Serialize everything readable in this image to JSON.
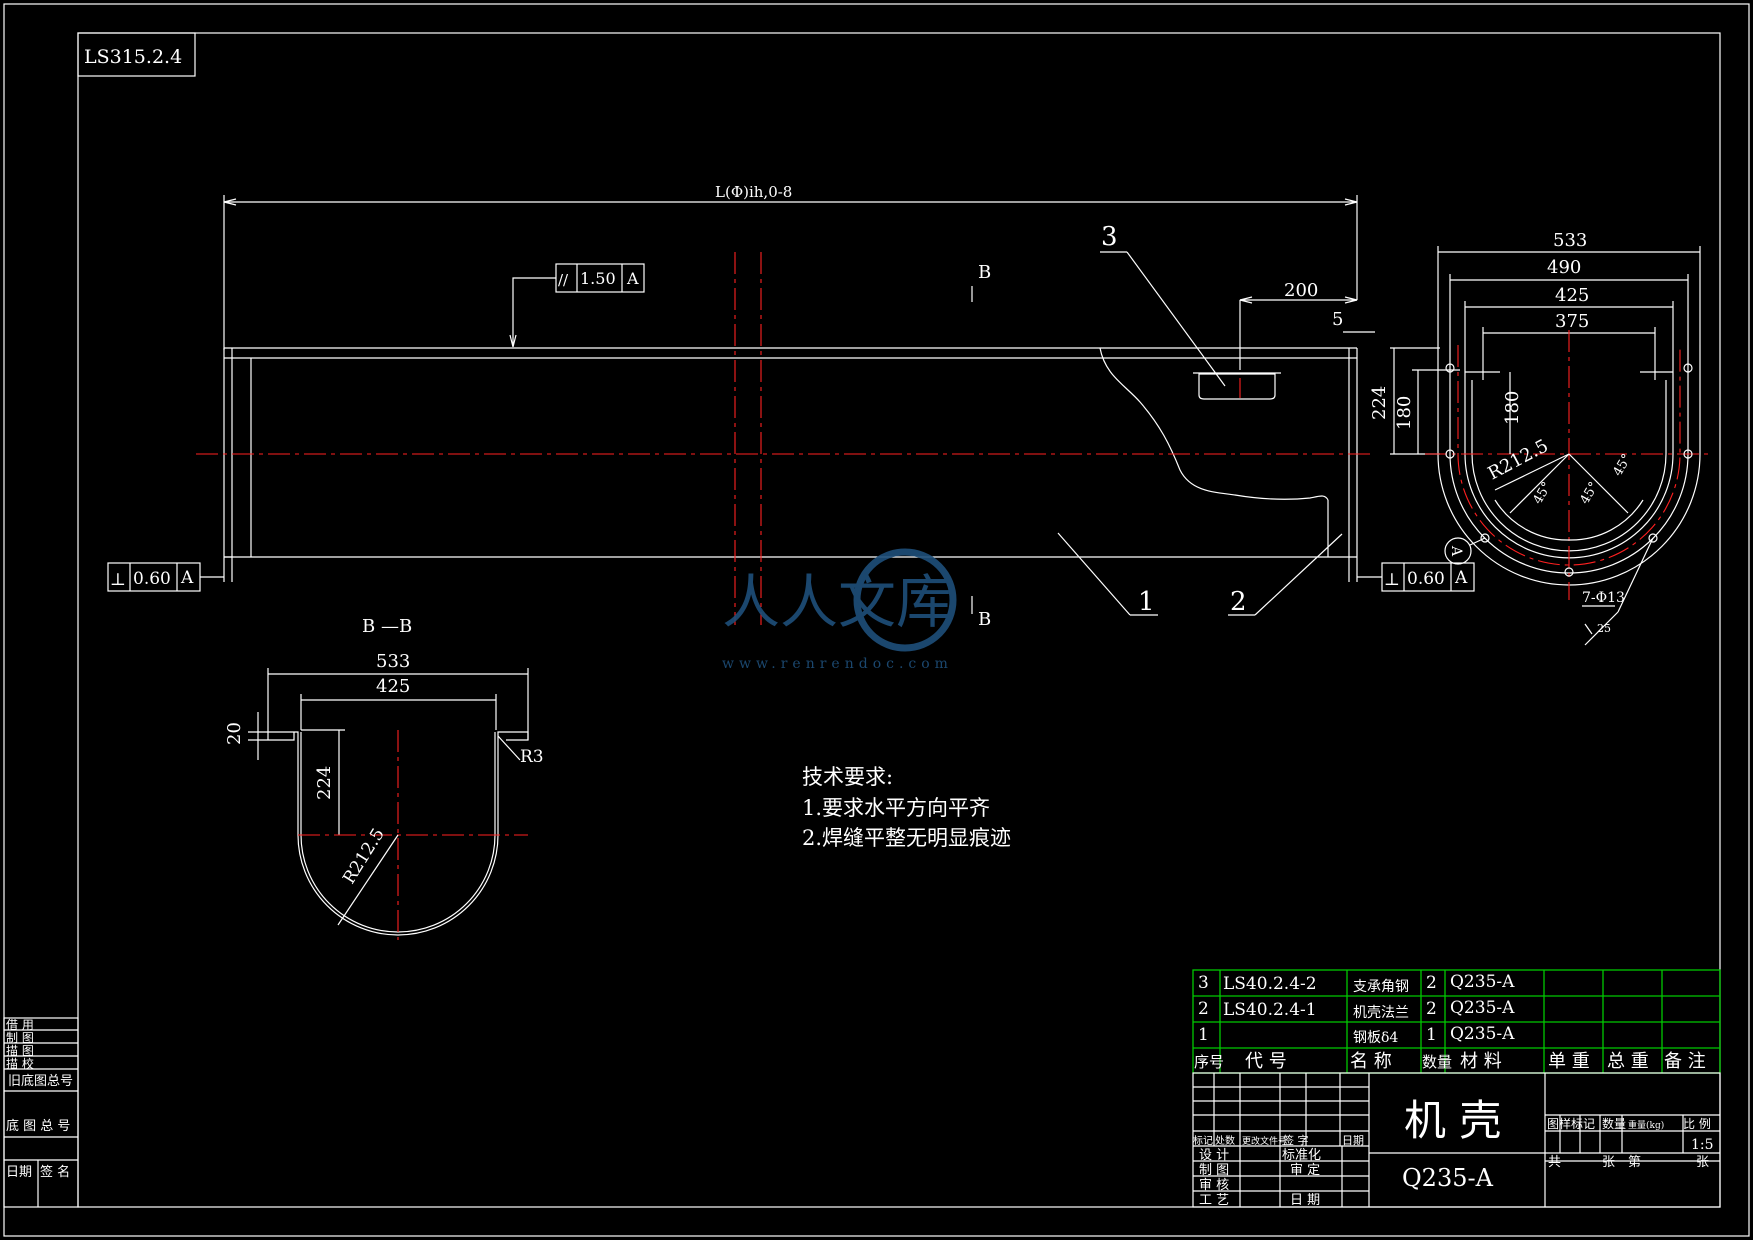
{
  "drawing_number": "LS315.2.4",
  "main_view": {
    "length_dim": "L(Φ)ih,0-8",
    "parallel_tol": {
      "symbol": "//",
      "value": "1.50",
      "datum": "A"
    },
    "perp_tol_left": {
      "symbol": "⊥",
      "value": "0.60",
      "datum": "A"
    },
    "perp_tol_right": {
      "symbol": "⊥",
      "value": "0.60",
      "datum": "A"
    },
    "section_mark_top": "B",
    "section_mark_bottom": "B",
    "dim_200": "200",
    "dim_5": "5",
    "dim_224": "224",
    "dim_180": "180",
    "callouts": [
      "1",
      "2",
      "3"
    ]
  },
  "end_view": {
    "dim_533": "533",
    "dim_490": "490",
    "dim_425": "425",
    "dim_375": "375",
    "dim_180": "180",
    "radius": "R212.5",
    "angle_a": "45°",
    "angle_b": "45°",
    "angle_c": "45°",
    "holes": "7-Φ13",
    "surface": "25",
    "datum_circle": "A"
  },
  "section_view": {
    "title": "B —B",
    "dim_533": "533",
    "dim_425": "425",
    "dim_20": "20",
    "dim_224": "224",
    "radius": "R212.5",
    "fillet": "R3"
  },
  "tech_notes": {
    "heading": "技术要求:",
    "items": [
      "1.要求水平方向平齐",
      "2.焊缝平整无明显痕迹"
    ]
  },
  "watermark": {
    "text": "人人文库",
    "url": "www.renrendoc.com"
  },
  "left_strip": [
    "借 用",
    "制 图",
    "描 图",
    "描 校",
    "旧底图总号",
    "底 图 总 号",
    "日期",
    "签 名"
  ],
  "bom": {
    "rows": [
      {
        "no": "3",
        "code": "LS40.2.4-2",
        "name": "支承角钢",
        "qty": "2",
        "material": "Q235-A"
      },
      {
        "no": "2",
        "code": "LS40.2.4-1",
        "name": "机壳法兰",
        "qty": "2",
        "material": "Q235-A"
      },
      {
        "no": "1",
        "code": "",
        "name": "钢板δ4",
        "qty": "1",
        "material": "Q235-A"
      }
    ],
    "headers": [
      "序号",
      "代 号",
      "名 称",
      "数量",
      "材 料",
      "单 重",
      "总 重",
      "备 注"
    ]
  },
  "title_block": {
    "part_name": "机 壳",
    "material": "Q235-A",
    "rev_labels": [
      "标记",
      "处数",
      "更改文件号",
      "签 字",
      "日期"
    ],
    "sign_labels": [
      "设 计",
      "制 图",
      "审 核",
      "工 艺"
    ],
    "sign_labels_b": [
      "标准化",
      "审 定",
      "日 期"
    ],
    "info_labels": [
      "图样标记",
      "数量",
      "重量(kg)",
      "比 例"
    ],
    "scale": "1:5",
    "sheet_labels": [
      "共",
      "张",
      "第",
      "张"
    ]
  },
  "colors": {
    "background": "#000000",
    "line": "#ffffff",
    "centerline": "#ff2020",
    "table": "#00c800",
    "watermark": "#1e4f7a"
  }
}
